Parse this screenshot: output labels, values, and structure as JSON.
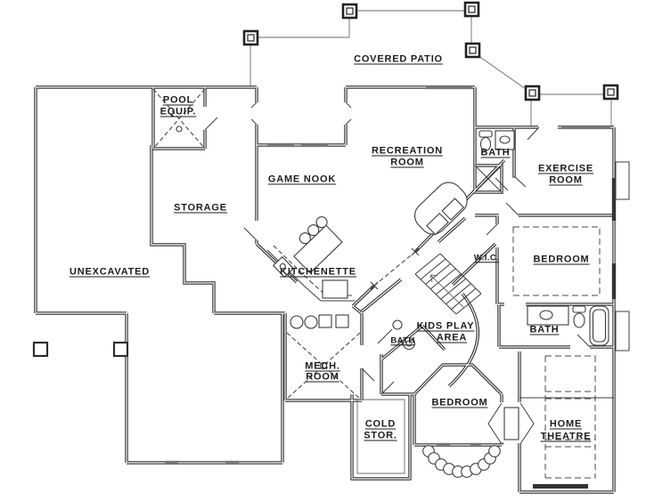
{
  "colors": {
    "background": "#ffffff",
    "wall_line": "#2e2e2e",
    "glazing": "#777777"
  },
  "rooms": [
    "COVERED PATIO",
    "POOL EQUIP.",
    "RECREATION ROOM",
    "GAME NOOK",
    "BATH",
    "EXERCISE ROOM",
    "STORAGE",
    "UNEXCAVATED",
    "KITCHENETTE",
    "W.I.C.",
    "BEDROOM",
    "BATH",
    "KIDS PLAY AREA",
    "BATH",
    "MECH. ROOM",
    "BEDROOM",
    "COLD STOR.",
    "HOME THEATRE"
  ],
  "labels": [
    {
      "id": "covered-patio",
      "text": "COVERED PATIO"
    },
    {
      "id": "pool-equip-line1",
      "text": "POOL"
    },
    {
      "id": "pool-equip-line2",
      "text": "EQUIP."
    },
    {
      "id": "recreation-line1",
      "text": "RECREATION"
    },
    {
      "id": "recreation-line2",
      "text": "ROOM"
    },
    {
      "id": "game-nook",
      "text": "GAME NOOK"
    },
    {
      "id": "bath-top",
      "text": "BATH"
    },
    {
      "id": "exercise-line1",
      "text": "EXERCISE"
    },
    {
      "id": "exercise-line2",
      "text": "ROOM"
    },
    {
      "id": "storage",
      "text": "STORAGE"
    },
    {
      "id": "unexcavated",
      "text": "UNEXCAVATED"
    },
    {
      "id": "kitchenette",
      "text": "KITCHENETTE"
    },
    {
      "id": "wic",
      "text": "W.I.C."
    },
    {
      "id": "bedroom-right",
      "text": "BEDROOM"
    },
    {
      "id": "bath-right",
      "text": "BATH"
    },
    {
      "id": "kids-play-line1",
      "text": "KIDS PLAY"
    },
    {
      "id": "kids-play-line2",
      "text": "AREA"
    },
    {
      "id": "bath-small",
      "text": "BATH"
    },
    {
      "id": "mech-line1",
      "text": "MECH."
    },
    {
      "id": "mech-line2",
      "text": "ROOM"
    },
    {
      "id": "bedroom-bottom",
      "text": "BEDROOM"
    },
    {
      "id": "cold-line1",
      "text": "COLD"
    },
    {
      "id": "cold-line2",
      "text": "STOR."
    },
    {
      "id": "home-theatre-line1",
      "text": "HOME"
    },
    {
      "id": "home-theatre-line2",
      "text": "THEATRE"
    }
  ]
}
